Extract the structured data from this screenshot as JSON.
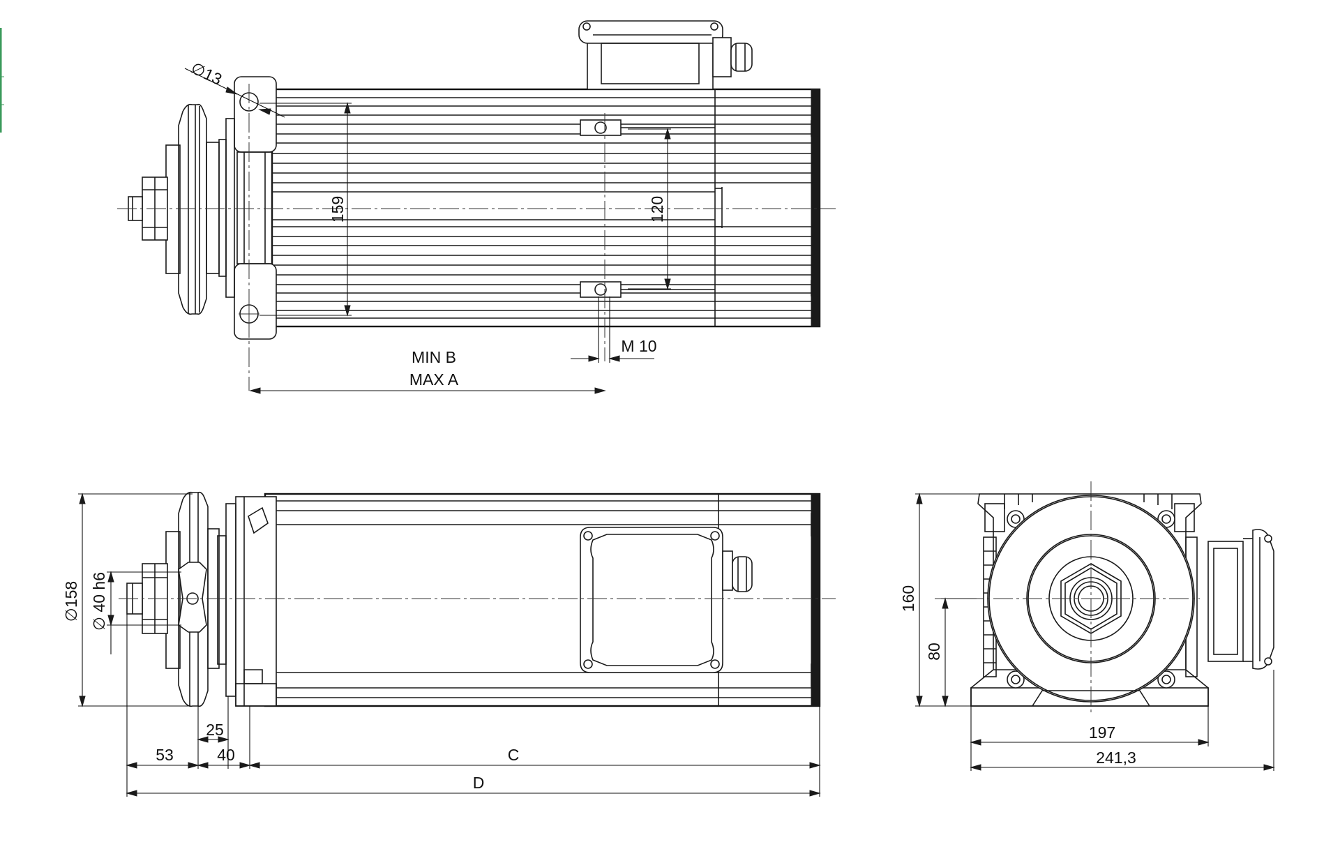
{
  "labels": {
    "hole_diameter": "∅13",
    "height_159": "159",
    "height_120": "120",
    "min_b": "MIN B",
    "max_a": "MAX A",
    "thread": "M 10",
    "pulley_diameter": "∅158",
    "shaft_diameter": "∅ 40 h6",
    "dim_25": "25",
    "dim_53": "53",
    "dim_40": "40",
    "dim_c": "C",
    "dim_d": "D",
    "dim_160": "160",
    "dim_80": "80",
    "dim_197": "197",
    "dim_241": "241,3"
  }
}
